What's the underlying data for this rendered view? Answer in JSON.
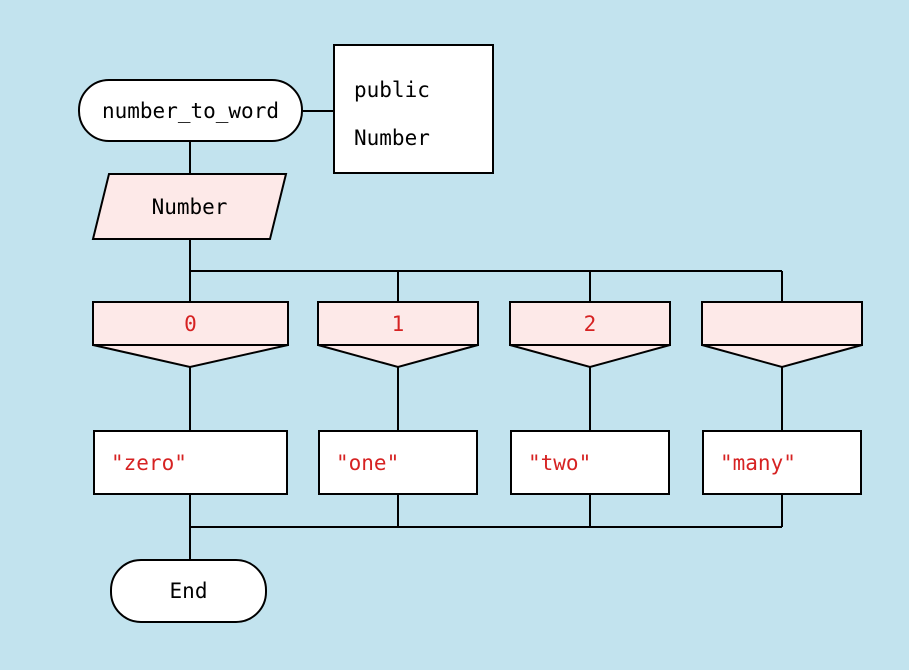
{
  "colors": {
    "background": "#c2e3ee",
    "node_fill": "#ffffff",
    "accent_fill": "#fde9e8",
    "stroke": "#000000",
    "text": "#000000",
    "literal": "#d62222"
  },
  "flowchart": {
    "start": {
      "label": "number_to_word"
    },
    "declaration": {
      "visibility": "public",
      "type": "Number"
    },
    "input": {
      "variable": "Number"
    },
    "switch_cases": [
      {
        "label": "0",
        "result": "\"zero\""
      },
      {
        "label": "1",
        "result": "\"one\""
      },
      {
        "label": "2",
        "result": "\"two\""
      },
      {
        "label": "",
        "result": "\"many\""
      }
    ],
    "end": {
      "label": "End"
    }
  }
}
